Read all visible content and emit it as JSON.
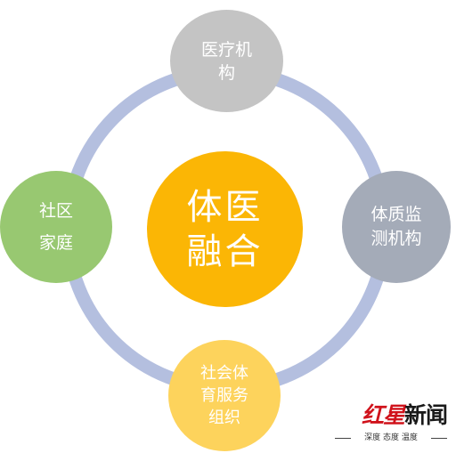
{
  "colors": {
    "ring": "#b4bfdf",
    "center": "#fbb605",
    "top": "#c4c4c4",
    "right": "#a4abb8",
    "left": "#98c871",
    "bottom": "#fdd35c"
  },
  "center": {
    "lines": [
      "体医",
      "融合"
    ]
  },
  "nodes": {
    "top": {
      "lines": [
        "医疗机",
        "构"
      ]
    },
    "right": {
      "lines": [
        "体质监",
        "测机构"
      ]
    },
    "left": {
      "lines": [
        "社区",
        "家庭"
      ]
    },
    "bottom": {
      "lines": [
        "社会体",
        "育服务",
        "组织"
      ]
    }
  },
  "watermark": {
    "brand_red": "红星",
    "brand_dark": "新闻",
    "slogan": "深度 态度 温度"
  }
}
